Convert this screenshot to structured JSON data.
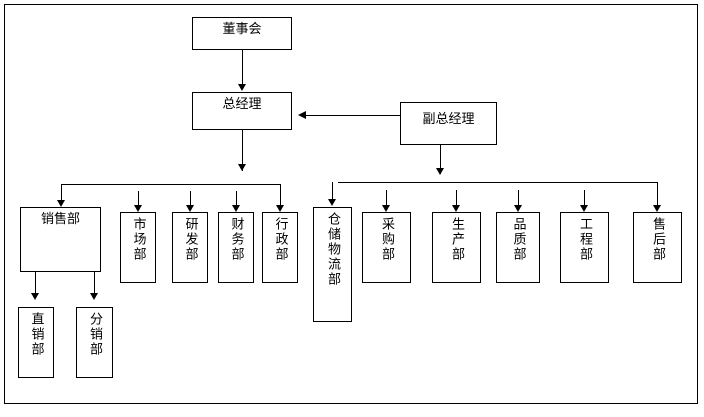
{
  "diagram": {
    "type": "org-chart",
    "title": "",
    "background_color": "#ffffff",
    "line_color": "#000000",
    "box_border_color": "#000000",
    "box_fill_color": "#ffffff",
    "has_outer_border": true
  },
  "nodes": {
    "board": {
      "label": "董事会",
      "orientation": "horizontal"
    },
    "general_manager": {
      "label": "总经理",
      "orientation": "horizontal"
    },
    "deputy_general_manager": {
      "label": "副总经理",
      "orientation": "horizontal"
    },
    "sales": {
      "label": "销售部",
      "orientation": "horizontal"
    },
    "direct_sales": {
      "label": "直销部",
      "orientation": "vertical"
    },
    "distribution": {
      "label": "分销部",
      "orientation": "vertical"
    },
    "marketing": {
      "label": "市场部",
      "orientation": "vertical"
    },
    "rnd": {
      "label": "研发部",
      "orientation": "vertical"
    },
    "finance": {
      "label": "财务部",
      "orientation": "vertical"
    },
    "administration": {
      "label": "行政部",
      "orientation": "vertical"
    },
    "warehouse_logistics": {
      "label": "仓储物流部",
      "orientation": "vertical"
    },
    "purchasing": {
      "label": "采购部",
      "orientation": "vertical"
    },
    "production": {
      "label": "生产部",
      "orientation": "vertical"
    },
    "quality": {
      "label": "品质部",
      "orientation": "vertical"
    },
    "engineering": {
      "label": "工程部",
      "orientation": "vertical"
    },
    "after_sales": {
      "label": "售后部",
      "orientation": "vertical"
    }
  },
  "edges": [
    {
      "from": "board",
      "to": "general_manager",
      "direction": "down"
    },
    {
      "from": "deputy_general_manager",
      "to": "general_manager",
      "direction": "left"
    },
    {
      "from": "general_manager",
      "to": "sales",
      "direction": "down"
    },
    {
      "from": "general_manager",
      "to": "marketing",
      "direction": "down"
    },
    {
      "from": "general_manager",
      "to": "rnd",
      "direction": "down"
    },
    {
      "from": "general_manager",
      "to": "finance",
      "direction": "down"
    },
    {
      "from": "general_manager",
      "to": "administration",
      "direction": "down"
    },
    {
      "from": "sales",
      "to": "direct_sales",
      "direction": "down"
    },
    {
      "from": "sales",
      "to": "distribution",
      "direction": "down"
    },
    {
      "from": "deputy_general_manager",
      "to": "warehouse_logistics",
      "direction": "down"
    },
    {
      "from": "deputy_general_manager",
      "to": "purchasing",
      "direction": "down"
    },
    {
      "from": "deputy_general_manager",
      "to": "production",
      "direction": "down"
    },
    {
      "from": "deputy_general_manager",
      "to": "quality",
      "direction": "down"
    },
    {
      "from": "deputy_general_manager",
      "to": "engineering",
      "direction": "down"
    },
    {
      "from": "deputy_general_manager",
      "to": "after_sales",
      "direction": "down"
    }
  ]
}
